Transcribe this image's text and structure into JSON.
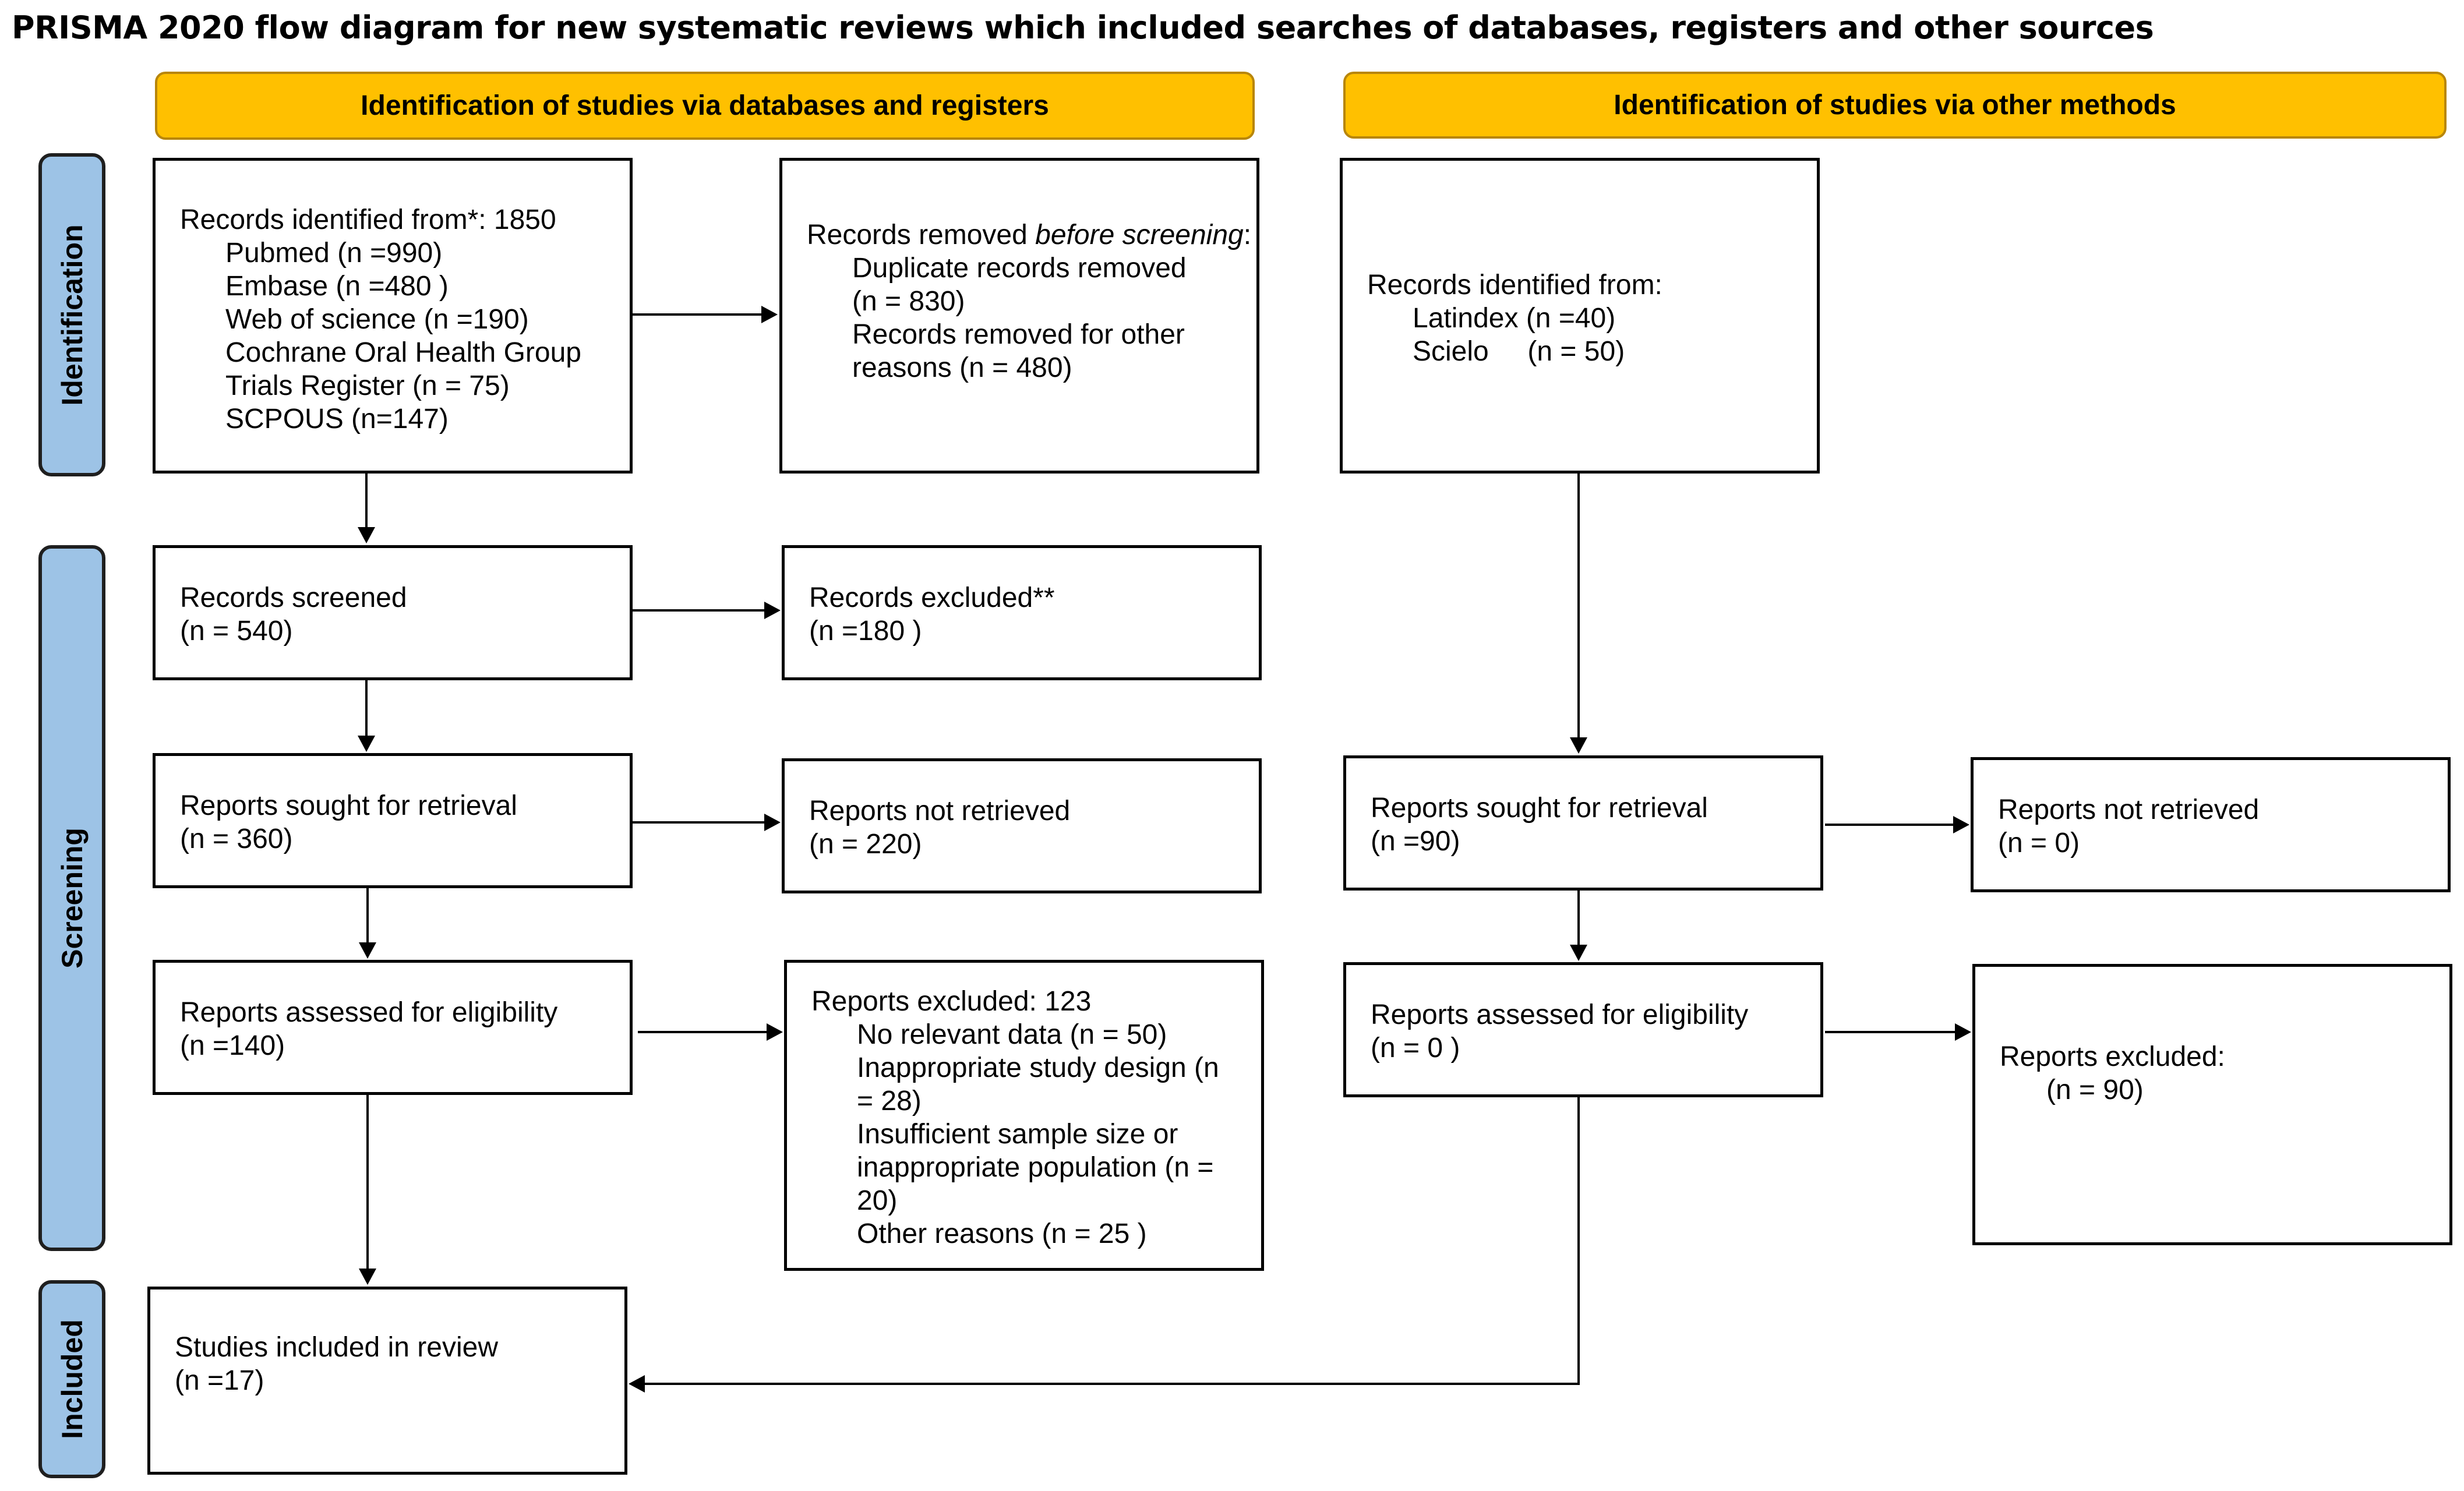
{
  "title": "PRISMA 2020 flow diagram for new systematic reviews which included searches of databases, registers and other sources",
  "headers": {
    "databases": "Identification of studies via databases and registers",
    "other": "Identification of studies via other methods"
  },
  "stages": {
    "identification": "Identification",
    "screening": "Screening",
    "included": "Included"
  },
  "db": {
    "identified": {
      "heading": "Records identified from*: 1850",
      "sources": [
        "Pubmed (n =990)",
        "Embase (n =480 )",
        "Web of science (n =190)",
        "Cochrane Oral Health Group",
        "Trials Register (n = 75)",
        "SCPOUS  (n=147)"
      ]
    },
    "removed": {
      "heading_prefix": "Records removed ",
      "heading_italic": "before screening",
      "heading_suffix": ":",
      "lines": [
        "Duplicate records removed",
        "(n = 830)",
        "Records removed for other",
        "reasons (n = 480)"
      ]
    },
    "screened": {
      "label": "Records screened",
      "count": "(n = 540)"
    },
    "excluded": {
      "label": "Records excluded**",
      "count": "(n =180 )"
    },
    "sought": {
      "label": "Reports sought for retrieval",
      "count": "(n = 360)"
    },
    "not_retrieved": {
      "label": "Reports not retrieved",
      "count": "(n = 220)"
    },
    "assessed": {
      "label": "Reports assessed for eligibility",
      "count": "(n =140)"
    },
    "reports_excluded": {
      "heading": "Reports excluded: 123",
      "lines": [
        "No relevant data (n = 50)",
        "Inappropriate study design (n",
        "= 28)",
        "Insufficient sample size or",
        "inappropriate population (n =",
        "20)",
        "Other reasons (n = 25 )"
      ]
    },
    "included": {
      "label": "Studies included in review",
      "count": "(n =17)"
    }
  },
  "other": {
    "identified": {
      "heading": "Records identified from:",
      "sources": [
        "Latindex (n =40)",
        "Scielo     (n = 50)"
      ]
    },
    "sought": {
      "label": "Reports sought for retrieval",
      "count": "(n =90)"
    },
    "not_retrieved": {
      "label": "Reports not retrieved",
      "count": "(n = 0)"
    },
    "assessed": {
      "label": "Reports assessed for eligibility",
      "count": "(n = 0 )"
    },
    "excluded": {
      "label": "Reports excluded:",
      "count": "(n = 90)"
    }
  },
  "colors": {
    "header_fill": "#ffc000",
    "stage_fill": "#9dc3e6",
    "stroke": "#000000"
  }
}
